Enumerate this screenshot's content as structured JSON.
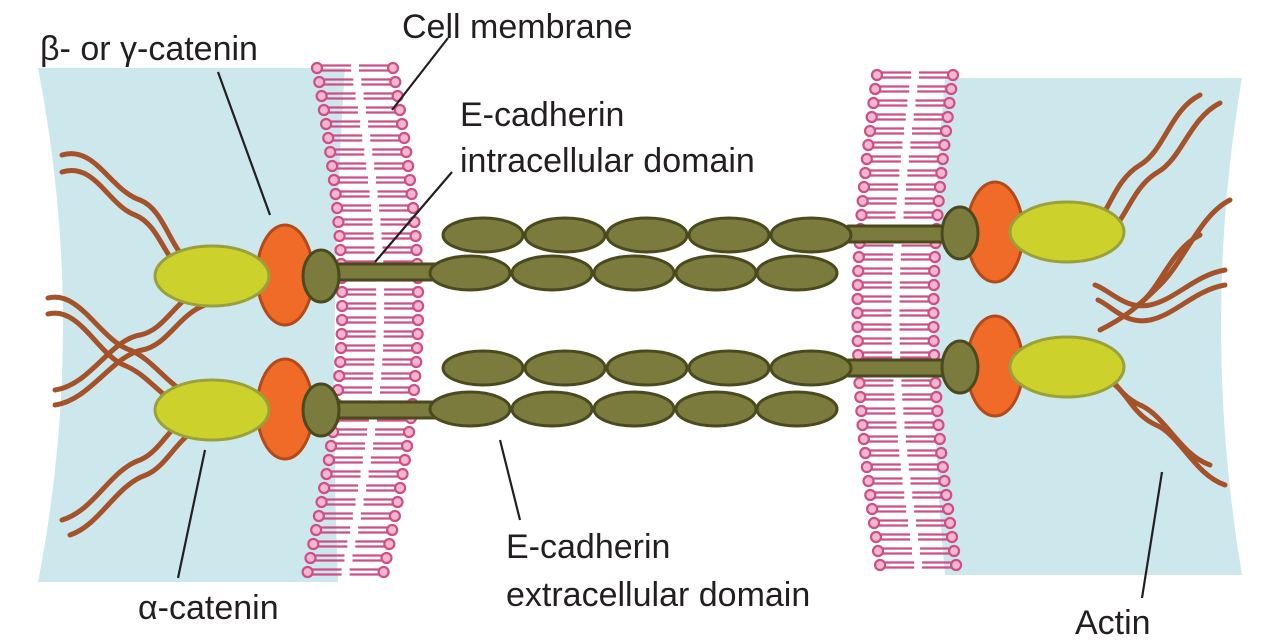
{
  "labels": {
    "beta_gamma_catenin": "β- or γ-catenin",
    "cell_membrane": "Cell membrane",
    "intracellular_line1": "E-cadherin",
    "intracellular_line2": "intracellular domain",
    "alpha_catenin": "α-catenin",
    "extracellular_line1": "E-cadherin",
    "extracellular_line2": "extracellular domain",
    "actin": "Actin"
  },
  "colors": {
    "cytoplasm": "#cce8ec",
    "membrane": "#cc4f87",
    "cadherin": "#7a7b3c",
    "beta_catenin": "#f06a28",
    "alpha_catenin": "#cdd12c",
    "actin": "#a5522a"
  }
}
